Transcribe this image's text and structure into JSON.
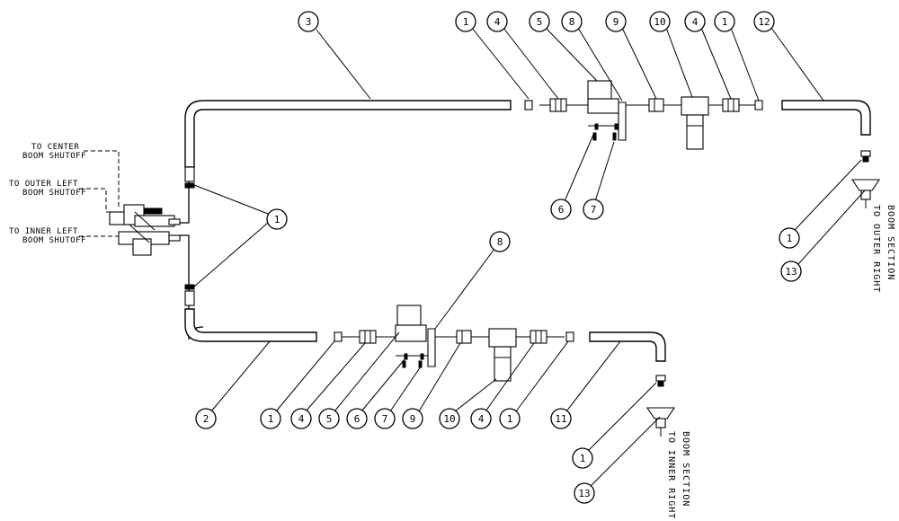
{
  "labels": {
    "center_shutoff_1": "TO CENTER",
    "center_shutoff_2": "BOOM SHUTOFF",
    "outer_left_1": "TO OUTER LEFT",
    "outer_left_2": "BOOM SHUTOFF",
    "inner_left_1": "TO INNER LEFT",
    "inner_left_2": "BOOM SHUTOFF",
    "outer_right_1": "BOOM SECTION",
    "outer_right_2": "TO OUTER RIGHT",
    "inner_right_1": "BOOM SECTION",
    "inner_right_2": "TO INNER RIGHT"
  },
  "callouts": {
    "top": [
      "3",
      "1",
      "4",
      "5",
      "8",
      "9",
      "10",
      "4",
      "1",
      "12"
    ],
    "top_lower": [
      "6",
      "7"
    ],
    "left": [
      "1"
    ],
    "outer_right": [
      "1",
      "13"
    ],
    "bottom": [
      "8"
    ],
    "bottom_row": [
      "2",
      "1",
      "4",
      "5",
      "6",
      "7",
      "9",
      "10",
      "4",
      "1",
      "11"
    ],
    "inner_right": [
      "1",
      "13"
    ]
  }
}
